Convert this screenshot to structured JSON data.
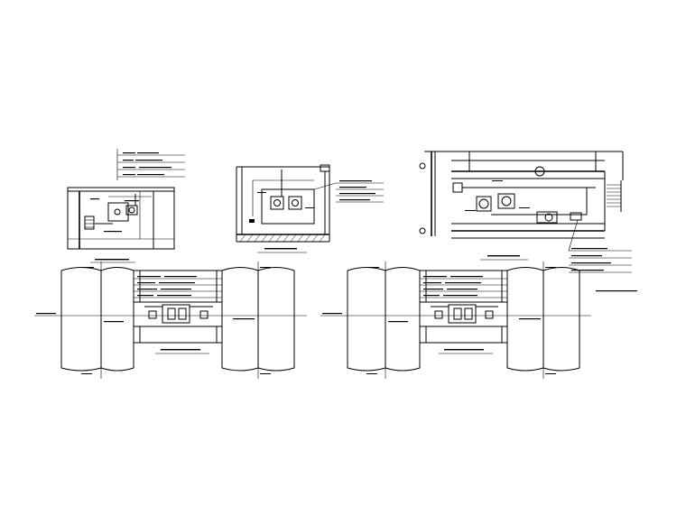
{
  "drawing": {
    "background_color": "#ffffff",
    "line_color": "#000000",
    "views": [
      {
        "id": "view-1",
        "caption": ""
      },
      {
        "id": "view-2",
        "caption": ""
      },
      {
        "id": "view-3",
        "caption": ""
      },
      {
        "id": "view-4",
        "caption": ""
      },
      {
        "id": "view-5",
        "caption": ""
      }
    ],
    "note": ""
  }
}
